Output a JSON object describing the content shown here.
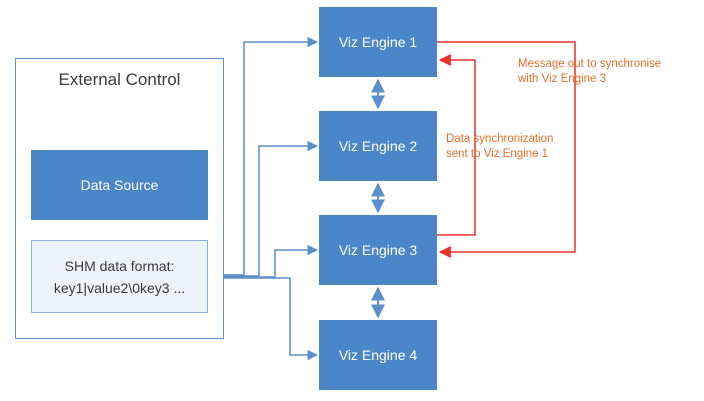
{
  "external_control": {
    "title": "External Control"
  },
  "data_source": {
    "label": "Data Source"
  },
  "shm": {
    "line1": "SHM data format:",
    "line2": "key1|value2\\0key3 ..."
  },
  "engines": [
    {
      "label": "Viz Engine 1"
    },
    {
      "label": "Viz Engine 2"
    },
    {
      "label": "Viz Engine 3"
    },
    {
      "label": "Viz Engine 4"
    }
  ],
  "notes": {
    "message_out": {
      "line1": "Message out to synchronise",
      "line2": "with Viz Engine 3"
    },
    "data_sync": {
      "line1": "Data synchronization",
      "line2": "sent to Viz Engine 1"
    }
  },
  "colors": {
    "box": "#4a86c8",
    "connector": "#5b8fc9",
    "sync": "#e8312d",
    "note": "#e0702b"
  }
}
